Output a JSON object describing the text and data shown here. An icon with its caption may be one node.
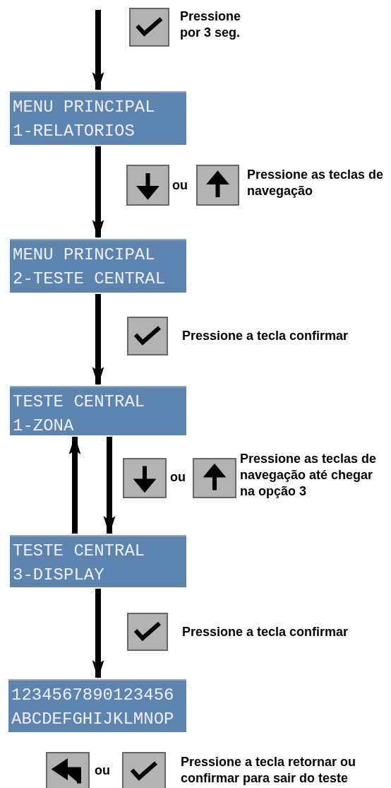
{
  "diagram": {
    "nodes": [
      {
        "text": [
          "MENU PRINCIPAL",
          "1-RELATORIOS"
        ]
      },
      {
        "text": [
          "MENU PRINCIPAL",
          "2-TESTE CENTRAL"
        ]
      },
      {
        "text": [
          "TESTE CENTRAL",
          "1-ZONA"
        ]
      },
      {
        "text": [
          "TESTE CENTRAL",
          "3-DISPLAY"
        ]
      },
      {
        "text": [
          "1234567890123456",
          "ABCDEFGHIJKLMNOP"
        ]
      }
    ],
    "edges": [
      {
        "from": null,
        "to": 0,
        "arrow": "to"
      },
      {
        "from": 0,
        "to": 1,
        "arrow": "to"
      },
      {
        "from": 1,
        "to": 2,
        "arrow": "to"
      },
      {
        "from": 3,
        "to": 2,
        "arrow": "to"
      },
      {
        "from": 2,
        "to": 3,
        "arrow": "to"
      },
      {
        "from": 3,
        "to": 4,
        "arrow": "to"
      }
    ],
    "labels": [
      "Pressione por 3 seg.",
      "ou",
      "Pressione as teclas de navegação",
      "Pressione a tecla confirmar",
      "ou",
      "Pressione as teclas de navegação até chegar na opção 3",
      "Pressione a tecla confirmar",
      "ou",
      "Pressione a tecla retornar ou confirmar para sair do teste"
    ]
  }
}
